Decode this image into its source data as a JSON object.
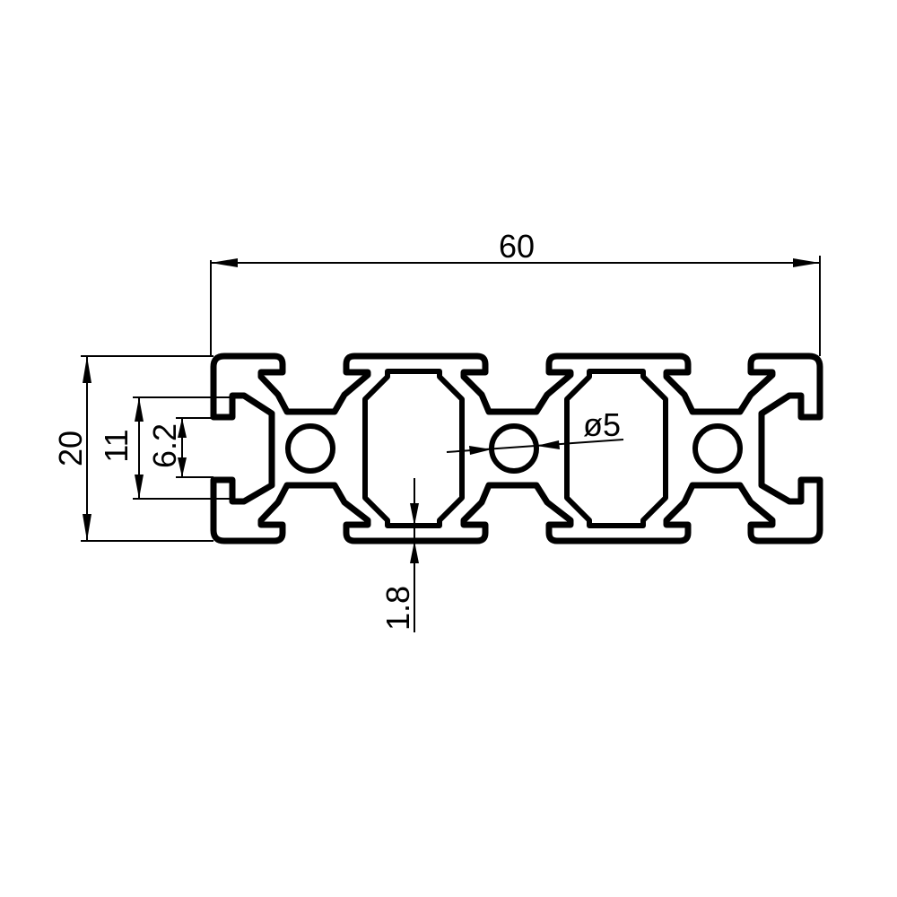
{
  "drawing": {
    "profile": "60x20 aluminium extrusion cross-section",
    "dimensions": {
      "width": "60",
      "height": "20",
      "slot_outer": "11",
      "slot_opening": "6.2",
      "wall_thickness": "1.8",
      "hole_diameter": "ø5"
    }
  }
}
